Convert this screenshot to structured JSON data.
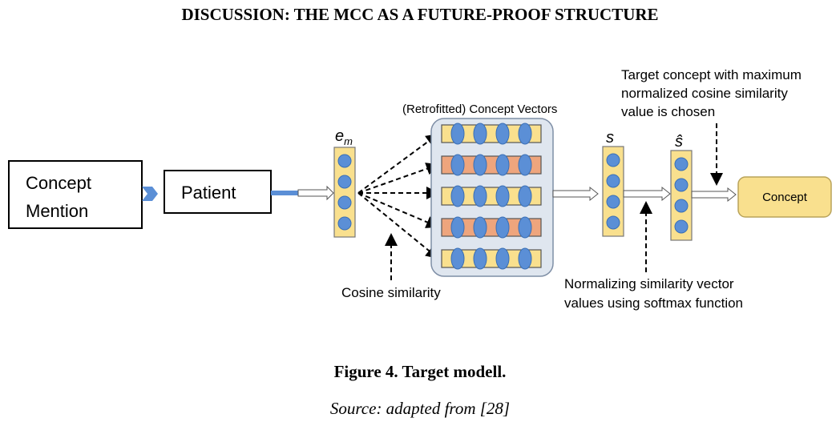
{
  "heading": "DISCUSSION: THE MCC AS A FUTURE-PROOF STRUCTURE",
  "diagram": {
    "concept_mention_line1": "Concept",
    "concept_mention_line2": "Mention",
    "patient": "Patient",
    "em_label_base": "e",
    "em_label_sub": "m",
    "concept_vectors_label": "(Retrofitted) Concept Vectors",
    "s_label": "s",
    "s_hat_label": "ŝ",
    "concept_output": "Concept",
    "cosine_similarity": "Cosine similarity",
    "normalizing_line1": "Normalizing  similarity vector",
    "normalizing_line2": "values using softmax function",
    "target_line1": "Target concept with maximum",
    "target_line2": "normalized cosine similarity",
    "target_line3": "value is chosen",
    "colors": {
      "node_fill": "#5b8fd6",
      "node_stroke": "#3a6fb5",
      "vector_yellow": "#f9e08e",
      "vector_orange": "#eea57d",
      "panel_fill": "#dfe6ef",
      "concept_box": "#f9e08e"
    },
    "concept_vector_rows": [
      "yellow",
      "orange",
      "yellow",
      "orange",
      "yellow"
    ]
  },
  "caption": "Figure 4. Target modell.",
  "source": "Source: adapted from [28]"
}
